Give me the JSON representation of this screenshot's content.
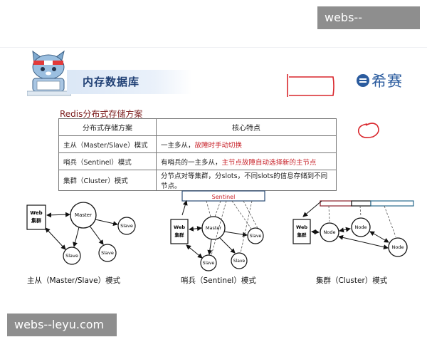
{
  "watermark": {
    "text": "webs--leyu.com"
  },
  "slide": {
    "title": "内存数据库",
    "logo": {
      "icon_name": "xisai-logo-icon",
      "text": "希赛",
      "color": "#2a5b9e"
    },
    "subtitle": "Redis分布式存储方案",
    "accent_color": "#c8222a"
  },
  "table": {
    "headers": [
      "分布式存储方案",
      "核心特点"
    ],
    "rows": [
      {
        "scheme": "主从（Master/Slave）模式",
        "feature_plain": "一主多从，",
        "feature_highlight": "故障时手动切换",
        "feature_tail": ""
      },
      {
        "scheme": "哨兵（Sentinel）模式",
        "feature_plain": "有哨兵的一主多从，",
        "feature_highlight": "主节点故障自动选择新的主节点",
        "feature_tail": ""
      },
      {
        "scheme": "集群（Cluster）模式",
        "feature_plain": "分节点对等集群，分slots，不同slots的信息存储到不同节点。",
        "feature_highlight": "",
        "feature_tail": ""
      }
    ]
  },
  "diagrams": {
    "master_slave": {
      "caption": "主从（Master/Slave）模式",
      "web_line1": "Web",
      "web_line2": "集群",
      "master": "Master",
      "slave1": "Slave",
      "slave2": "Slave",
      "slave3": "Slave"
    },
    "sentinel": {
      "caption": "哨兵（Sentinel）模式",
      "sentinel_label": "Sentinel",
      "web_line1": "Web",
      "web_line2": "集群",
      "master": "Master",
      "slave1": "Slave",
      "slave2": "Slave",
      "slave3": "Slave"
    },
    "cluster": {
      "caption": "集群（Cluster）模式",
      "web_line1": "Web",
      "web_line2": "集群",
      "node1": "Node",
      "node2": "Node",
      "node3": "Node"
    }
  }
}
